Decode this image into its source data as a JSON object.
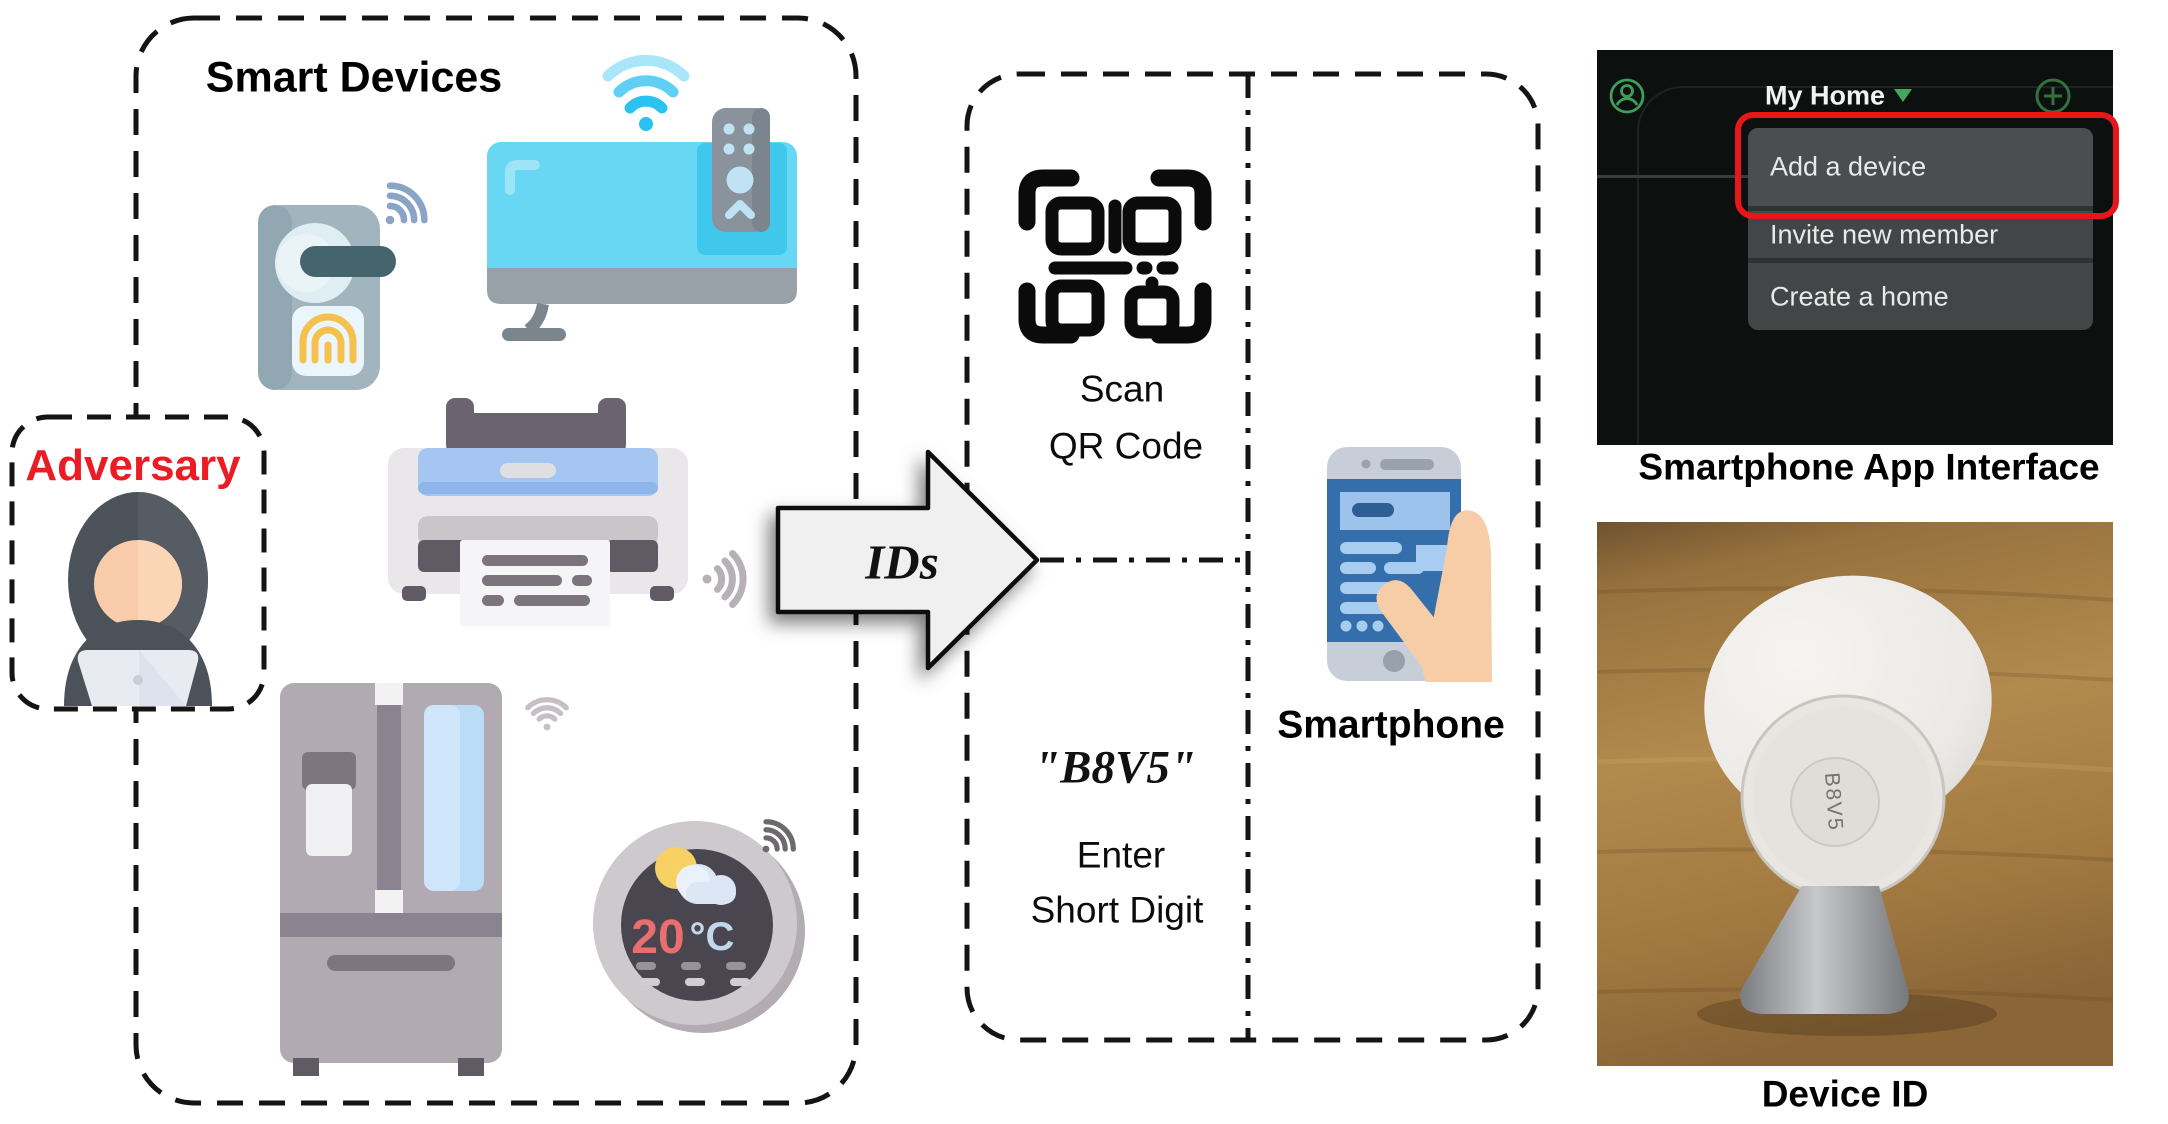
{
  "left_panel": {
    "title": "Smart Devices",
    "adversary_label": "Adversary",
    "thermostat": {
      "value": "20",
      "unit": "°C"
    },
    "icons": [
      "smart-lock-icon",
      "smart-tv-icon",
      "remote-control-icon",
      "printer-icon",
      "fridge-icon",
      "thermostat-icon",
      "wifi-icon",
      "hacker-icon"
    ]
  },
  "flow": {
    "arrow_label": "IDs"
  },
  "pairing_panel": {
    "scan": [
      "Scan",
      "QR Code"
    ],
    "short_id_quoted": "\"B8V5\"",
    "enter": [
      "Enter",
      "Short Digit"
    ],
    "smartphone_label": "Smartphone",
    "icons": [
      "qr-scan-icon",
      "smartphone-in-hand-icon"
    ]
  },
  "app_panel": {
    "caption": "Smartphone App Interface",
    "title": "My Home",
    "menu_items": [
      "Add a device",
      "Invite new member",
      "Create a home"
    ],
    "icons": [
      "profile-icon",
      "caret-down-icon",
      "add-icon"
    ],
    "highlight_color": "#e8161b",
    "accent_green": "#43a45c",
    "background": "#0c100f"
  },
  "photo_panel": {
    "caption": "Device ID",
    "device_id": "B8V5"
  },
  "colors": {
    "annotation_red": "#e8161b",
    "adversary_red": "#ec1c24",
    "tv_cyan": "#67d7f3",
    "arrow_fill": "#f0f0f0",
    "dashed_line": "#141414"
  }
}
